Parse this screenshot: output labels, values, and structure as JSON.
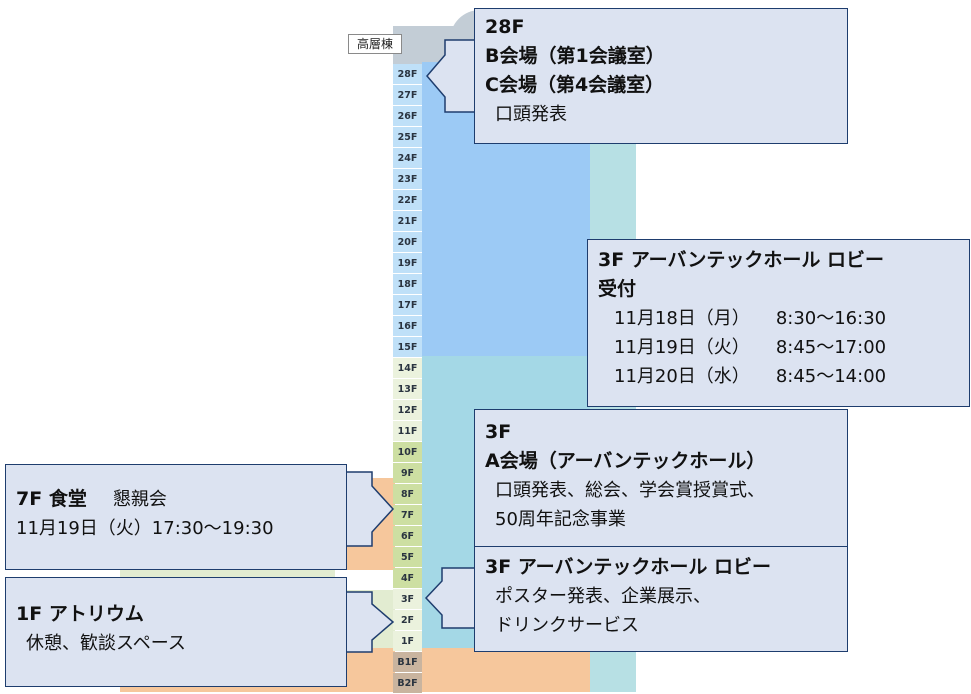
{
  "building": {
    "tower_label": "高層棟",
    "floors": [
      "28F",
      "27F",
      "26F",
      "25F",
      "24F",
      "23F",
      "22F",
      "21F",
      "20F",
      "19F",
      "18F",
      "17F",
      "16F",
      "15F",
      "14F",
      "13F",
      "12F",
      "11F",
      "10F",
      "9F",
      "8F",
      "7F",
      "6F",
      "5F",
      "4F",
      "3F",
      "2F",
      "1F",
      "B1F",
      "B2F"
    ]
  },
  "callouts": {
    "f28": {
      "floor": "28F",
      "venue_b": "B会場（第1会議室）",
      "venue_c": "C会場（第4会議室）",
      "detail": "口頭発表"
    },
    "reception": {
      "title": "3F アーバンテックホール ロビー",
      "subtitle": "受付",
      "rows": [
        {
          "date": "11月18日（月）",
          "time": "8:30～16:30"
        },
        {
          "date": "11月19日（火）",
          "time": "8:45～17:00"
        },
        {
          "date": "11月20日（水）",
          "time": "8:45～14:00"
        }
      ]
    },
    "hall_a": {
      "floor": "3F",
      "venue": "A会場（アーバンテックホール）",
      "detail_1": "口頭発表、総会、学会賞授賞式、",
      "detail_2": "50周年記念事業"
    },
    "lobby": {
      "title": "3F アーバンテックホール ロビー",
      "detail_1": "ポスター発表、企業展示、",
      "detail_2": "ドリンクサービス"
    },
    "f7": {
      "title": "7F 食堂",
      "event": "懇親会",
      "datetime": "11月19日（火）17:30～19:30"
    },
    "f1": {
      "title": "1F アトリウム",
      "detail": "休憩、歓談スペース"
    }
  },
  "colors": {
    "card_fill": "#dce3f1",
    "card_border": "#1e3d6e",
    "tower_blue": "#9ccaf5",
    "hall_teal": "#a4d8e6",
    "orange": "#f6c79c",
    "green": "#c5db98"
  }
}
